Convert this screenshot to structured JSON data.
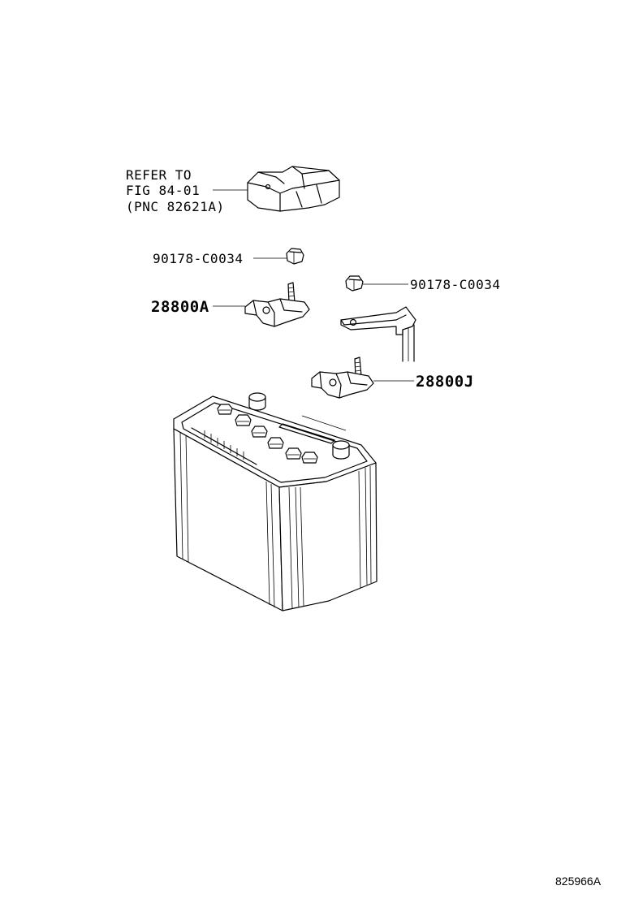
{
  "labels": {
    "refer_line1": "REFER TO",
    "refer_line2": "FIG 84-01",
    "refer_line3": "(PNC 82621A)",
    "nut_upper_left": "90178-C0034",
    "nut_upper_right": "90178-C0034",
    "terminal_positive": "28800A",
    "terminal_negative": "28800J",
    "illustration_id": "825966A"
  }
}
